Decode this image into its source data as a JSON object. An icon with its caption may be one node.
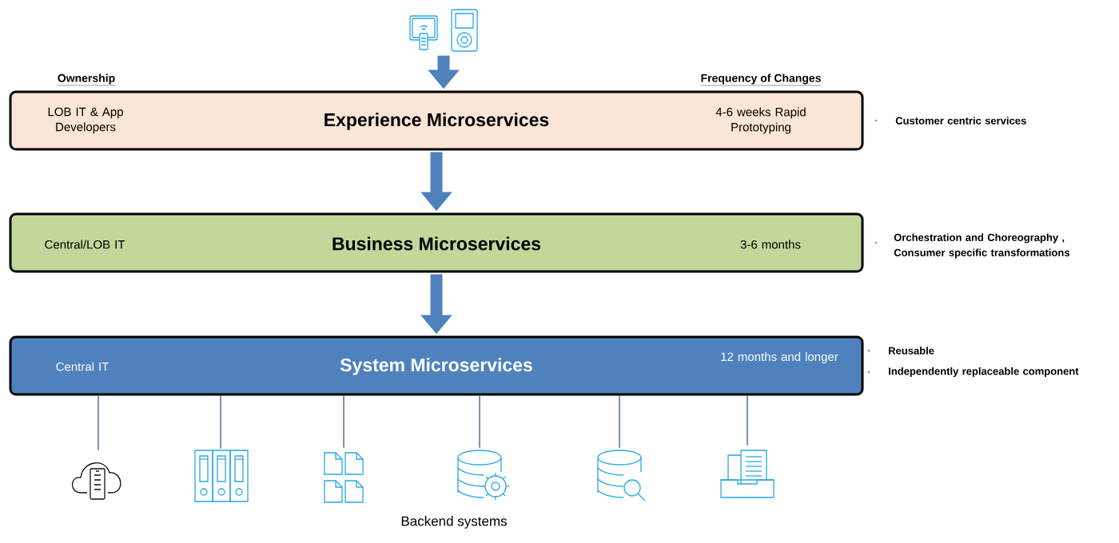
{
  "diagram": {
    "nodes": [
      {
        "text": [],
        "shape": "picture"
      },
      {
        "text": [
          "LOB IT & App Developers",
          "Experience Microservices",
          "4-6 weeks Rapid Prototyping"
        ],
        "beside": [
          "Customer centric services"
        ]
      },
      {
        "text": [
          "Central/LOB IT",
          "Business Microservices",
          "3-6 months"
        ],
        "beside": [
          "Orchestration and Choreography , Consumer specific transformations"
        ]
      },
      {
        "text": [
          "Central IT",
          "System Microservices",
          "12 months and longer"
        ],
        "beside": [
          "Reusable",
          "Independently replaceable component"
        ]
      },
      {
        "text": [],
        "shape": "picture"
      },
      {
        "text": [],
        "shape": "picture"
      },
      {
        "text": [],
        "shape": "picture"
      },
      {
        "text": [],
        "shape": "picture"
      },
      {
        "text": [],
        "shape": "picture"
      },
      {
        "text": [],
        "shape": "picture"
      }
    ],
    "edges": [
      {
        "from": 0,
        "to": 1,
        "arrow": "to",
        "style": "thick",
        "color": "#4f81bd"
      },
      {
        "from": 1,
        "to": 2,
        "arrow": "to",
        "style": "thick",
        "color": "#4f81bd"
      },
      {
        "from": 2,
        "to": 3,
        "arrow": "to",
        "style": "thick",
        "color": "#4f81bd"
      },
      {
        "from": 3,
        "to": 4,
        "arrow": "none"
      },
      {
        "from": 3,
        "to": 5,
        "arrow": "none"
      },
      {
        "from": 3,
        "to": 6,
        "arrow": "none"
      },
      {
        "from": 3,
        "to": 7,
        "arrow": "none"
      },
      {
        "from": 3,
        "to": 8,
        "arrow": "none"
      },
      {
        "from": 3,
        "to": 9,
        "arrow": "none"
      }
    ],
    "labels": [
      "Ownership",
      "Frequency of Changes",
      "Backend systems"
    ]
  }
}
